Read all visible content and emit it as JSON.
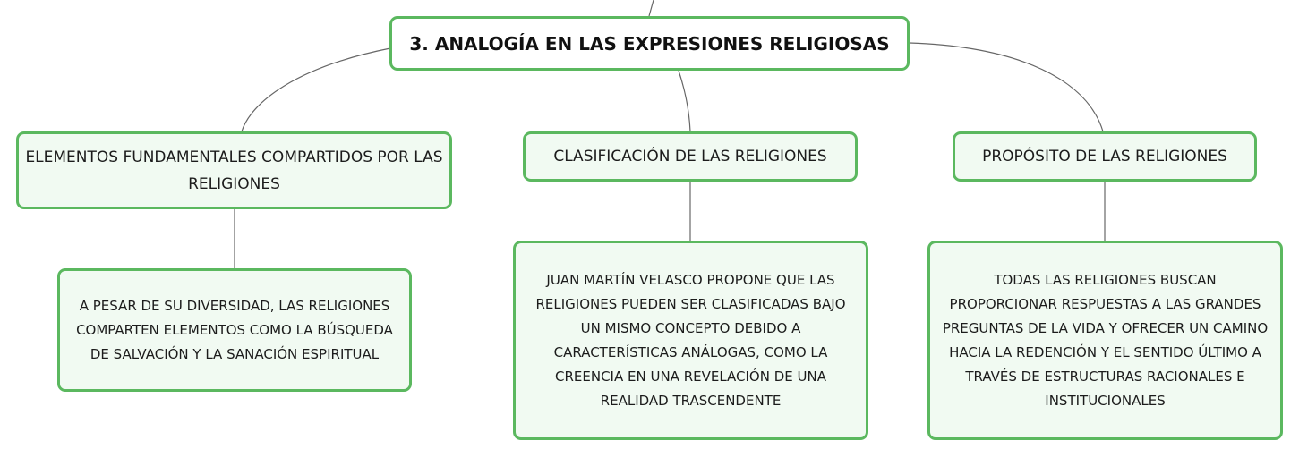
{
  "root": {
    "label": "3. ANALOGÍA EN LAS EXPRESIONES RELIGIOSAS"
  },
  "branches": [
    {
      "title": "ELEMENTOS FUNDAMENTALES COMPARTIDOS POR LAS RELIGIONES",
      "detail": "A PESAR DE SU DIVERSIDAD, LAS RELIGIONES COMPARTEN ELEMENTOS COMO LA BÚSQUEDA DE SALVACIÓN Y LA SANACIÓN ESPIRITUAL"
    },
    {
      "title": "CLASIFICACIÓN DE LAS RELIGIONES",
      "detail": "JUAN MARTÍN VELASCO PROPONE QUE LAS RELIGIONES PUEDEN SER CLASIFICADAS BAJO UN MISMO CONCEPTO DEBIDO A CARACTERÍSTICAS ANÁLOGAS, COMO LA CREENCIA EN UNA REVELACIÓN DE UNA REALIDAD TRASCENDENTE"
    },
    {
      "title": "PROPÓSITO DE LAS RELIGIONES",
      "detail": "TODAS LAS RELIGIONES BUSCAN PROPORCIONAR RESPUESTAS A LAS GRANDES PREGUNTAS DE LA VIDA Y OFRECER UN CAMINO HACIA LA REDENCIÓN Y EL SENTIDO ÚLTIMO A TRAVÉS DE ESTRUCTURAS RACIONALES E INSTITUCIONALES"
    }
  ],
  "colors": {
    "node_border": "#5bb85f",
    "node_fill": "#f1faf2",
    "root_fill": "#ffffff",
    "connector": "#666666",
    "text": "#1c1c1c"
  }
}
